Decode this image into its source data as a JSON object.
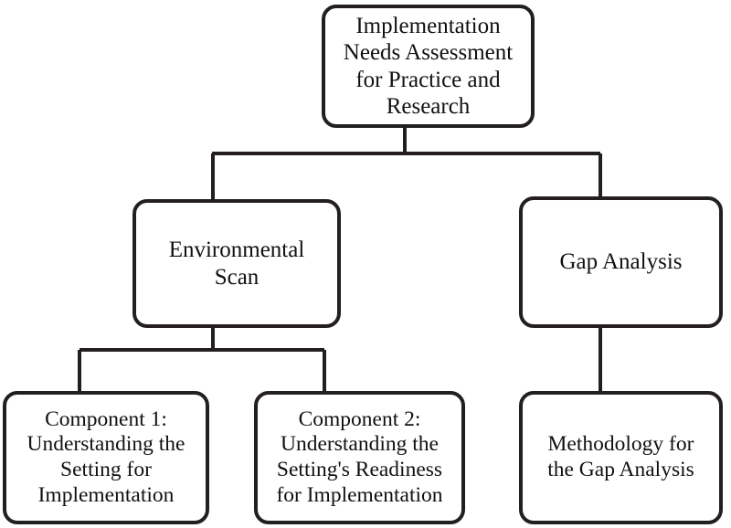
{
  "diagram": {
    "title": "Implementation Needs Assessment for Practice and Research",
    "type": "hierarchy-flowchart",
    "stroke_color": "#231f20",
    "fill_color": "#ffffff",
    "text_color": "#111111",
    "nodes": {
      "root": {
        "label": "Implementation\nNeeds Assessment\nfor Practice and\nResearch",
        "level": 0
      },
      "environmental_scan": {
        "label": "Environmental\nScan",
        "level": 1
      },
      "gap_analysis": {
        "label": "Gap Analysis",
        "level": 1
      },
      "component_1": {
        "label": "Component 1:\nUnderstanding the\nSetting for\nImplementation",
        "level": 2
      },
      "component_2": {
        "label": "Component 2:\nUnderstanding the\nSetting's Readiness\nfor Implementation",
        "level": 2
      },
      "methodology": {
        "label": "Methodology for\nthe Gap Analysis",
        "level": 2
      }
    },
    "edges": [
      {
        "from": "root",
        "to": "environmental_scan"
      },
      {
        "from": "root",
        "to": "gap_analysis"
      },
      {
        "from": "environmental_scan",
        "to": "component_1"
      },
      {
        "from": "environmental_scan",
        "to": "component_2"
      },
      {
        "from": "gap_analysis",
        "to": "methodology"
      }
    ]
  }
}
